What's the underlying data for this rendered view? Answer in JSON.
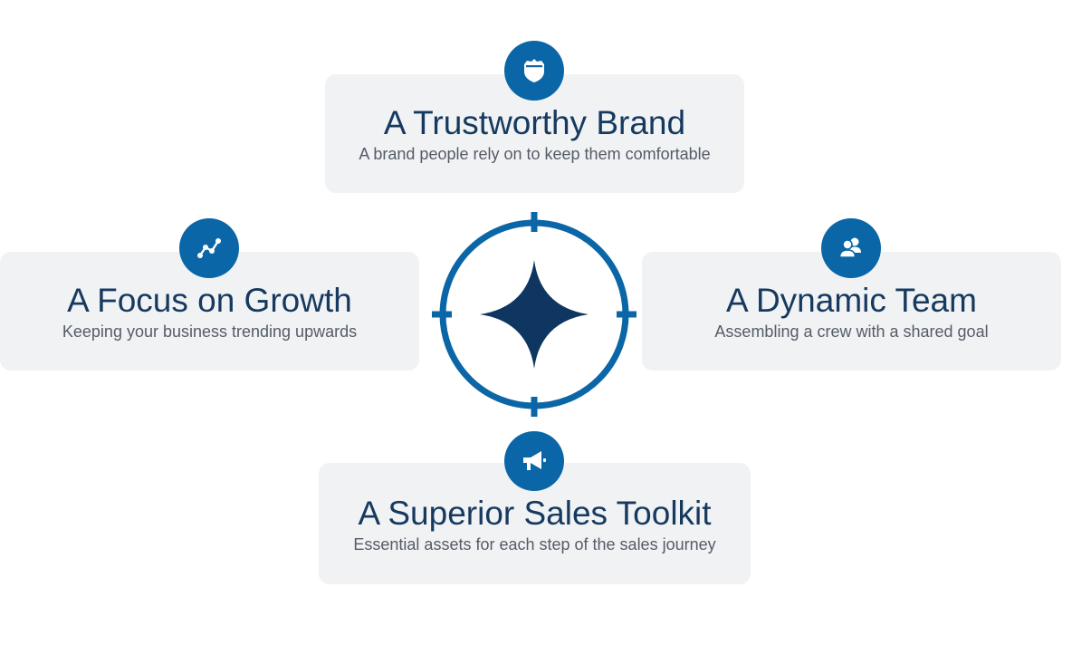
{
  "colors": {
    "accent": "#0a66a6",
    "dark": "#0e3660",
    "card_bg": "#f1f2f4",
    "title": "#163a5f",
    "subtitle": "#555c66"
  },
  "cards": {
    "top": {
      "title": "A Trustworthy Brand",
      "subtitle": "A brand people rely on to keep them comfortable",
      "icon": "shield-badge-icon"
    },
    "left": {
      "title": "A Focus on Growth",
      "subtitle": "Keeping your business trending upwards",
      "icon": "trend-line-icon"
    },
    "right": {
      "title": "A Dynamic Team",
      "subtitle": "Assembling a crew with a shared goal",
      "icon": "team-users-icon"
    },
    "bottom": {
      "title": "A Superior Sales Toolkit",
      "subtitle": "Essential assets for each step of the sales journey",
      "icon": "megaphone-icon"
    }
  },
  "center": {
    "icon": "compass-star-icon"
  }
}
